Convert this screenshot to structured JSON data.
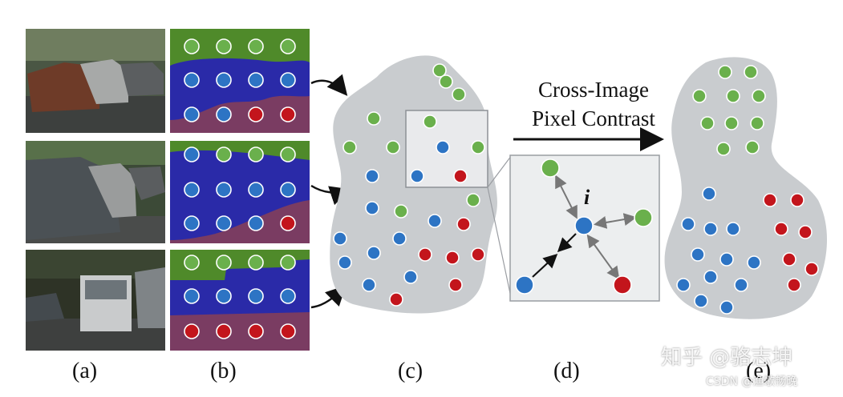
{
  "panel_labels": {
    "a": "(a)",
    "b": "(b)",
    "c": "(c)",
    "d": "(d)",
    "e": "(e)"
  },
  "arrow_title": {
    "line1": "Cross-Image",
    "line2": "Pixel Contrast"
  },
  "anchor_label": "i",
  "watermarks": {
    "zhihu": "知乎 @骆志坤",
    "csdn": "CSDN @渔歌畅晚"
  },
  "colors": {
    "green": "#6ab04c",
    "blue": "#2d74c4",
    "red": "#c3151c",
    "blob": "#c9cccf",
    "mask_green": "#4f8a2a",
    "mask_blue": "#2a2aa8",
    "mask_pink": "#7a3c62"
  }
}
